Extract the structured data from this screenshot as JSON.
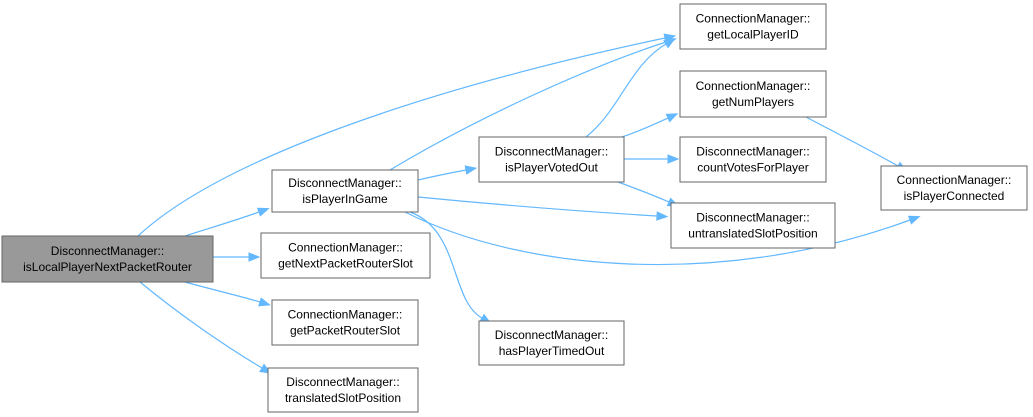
{
  "diagram": {
    "type": "call-graph",
    "nodes": [
      {
        "id": "root",
        "lines": [
          "DisconnectManager::",
          "isLocalPlayerNextPacketRouter"
        ],
        "highlighted": true
      },
      {
        "id": "ingame",
        "lines": [
          "DisconnectManager::",
          "isPlayerInGame"
        ]
      },
      {
        "id": "nextslot",
        "lines": [
          "ConnectionManager::",
          "getNextPacketRouterSlot"
        ]
      },
      {
        "id": "slot",
        "lines": [
          "ConnectionManager::",
          "getPacketRouterSlot"
        ]
      },
      {
        "id": "translated",
        "lines": [
          "DisconnectManager::",
          "translatedSlotPosition"
        ]
      },
      {
        "id": "votedout",
        "lines": [
          "DisconnectManager::",
          "isPlayerVotedOut"
        ]
      },
      {
        "id": "timedout",
        "lines": [
          "DisconnectManager::",
          "hasPlayerTimedOut"
        ]
      },
      {
        "id": "localid",
        "lines": [
          "ConnectionManager::",
          "getLocalPlayerID"
        ]
      },
      {
        "id": "numplayers",
        "lines": [
          "ConnectionManager::",
          "getNumPlayers"
        ]
      },
      {
        "id": "countvotes",
        "lines": [
          "DisconnectManager::",
          "countVotesForPlayer"
        ]
      },
      {
        "id": "untranslated",
        "lines": [
          "DisconnectManager::",
          "untranslatedSlotPosition"
        ]
      },
      {
        "id": "connected",
        "lines": [
          "ConnectionManager::",
          "isPlayerConnected"
        ]
      }
    ],
    "edges": [
      {
        "from": "root",
        "to": "localid"
      },
      {
        "from": "root",
        "to": "ingame"
      },
      {
        "from": "root",
        "to": "nextslot"
      },
      {
        "from": "root",
        "to": "slot"
      },
      {
        "from": "root",
        "to": "translated"
      },
      {
        "from": "ingame",
        "to": "localid"
      },
      {
        "from": "ingame",
        "to": "votedout"
      },
      {
        "from": "ingame",
        "to": "untranslated"
      },
      {
        "from": "ingame",
        "to": "connected"
      },
      {
        "from": "ingame",
        "to": "timedout"
      },
      {
        "from": "votedout",
        "to": "localid"
      },
      {
        "from": "votedout",
        "to": "numplayers"
      },
      {
        "from": "votedout",
        "to": "countvotes"
      },
      {
        "from": "votedout",
        "to": "untranslated"
      },
      {
        "from": "numplayers",
        "to": "connected"
      }
    ],
    "colors": {
      "edge": "#63b8ff",
      "node_border": "#666666",
      "highlight_fill": "#999999"
    }
  }
}
